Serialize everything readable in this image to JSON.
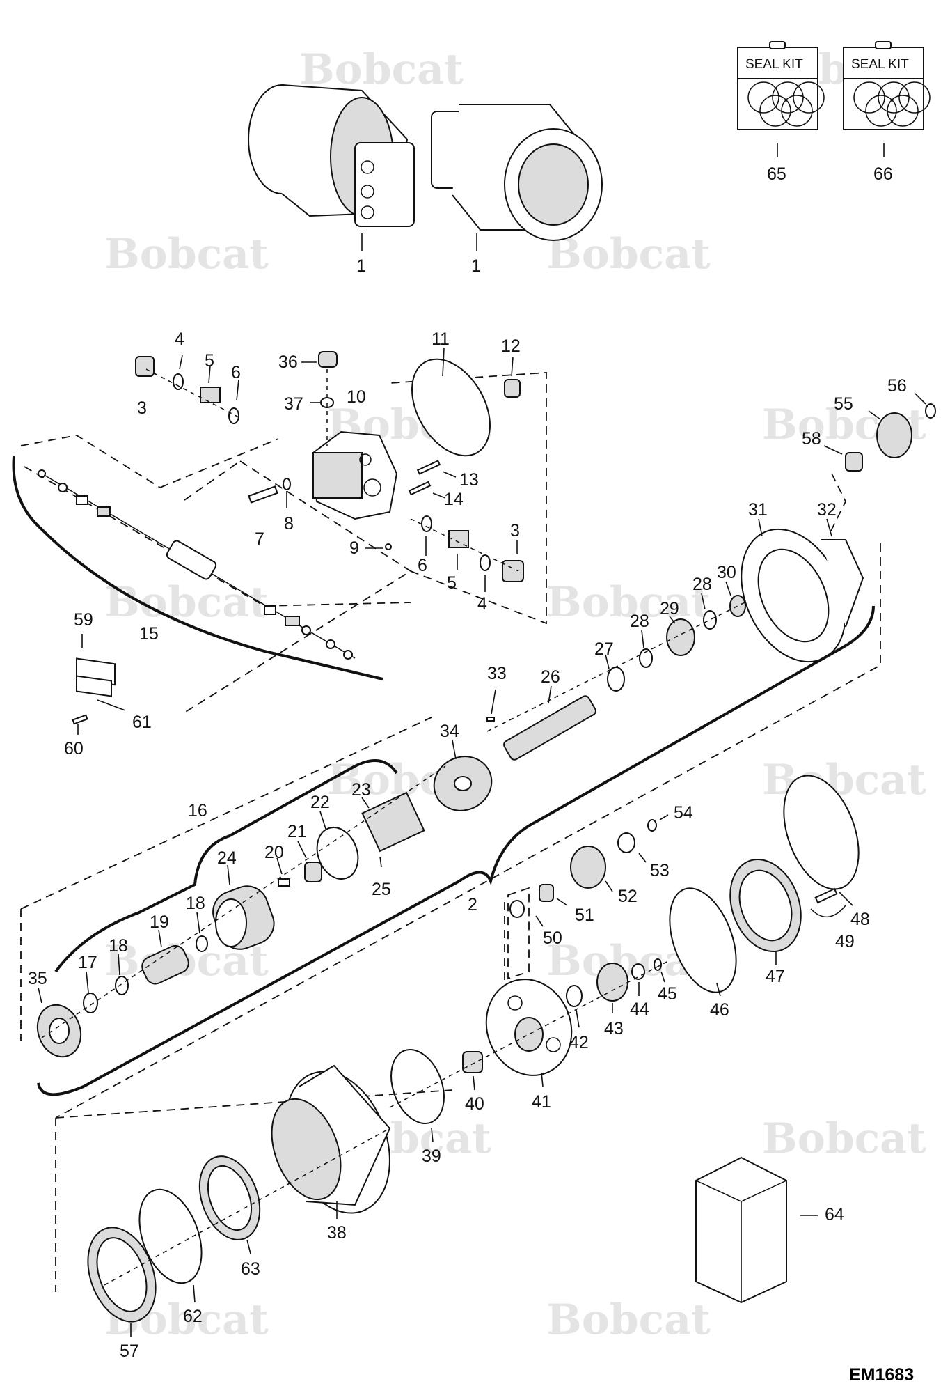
{
  "diagram_code": "EM1683",
  "watermark_text": "Bobcat",
  "seal_kits": [
    {
      "title": "SEAL KIT",
      "number": "65"
    },
    {
      "title": "SEAL KIT",
      "number": "66"
    }
  ],
  "labels": {
    "n1a": "1",
    "n1b": "1",
    "n2": "2",
    "n3a": "3",
    "n3b": "3",
    "n4a": "4",
    "n4b": "4",
    "n5a": "5",
    "n5b": "5",
    "n6a": "6",
    "n6b": "6",
    "n7": "7",
    "n8": "8",
    "n9": "9",
    "n10": "10",
    "n11": "11",
    "n12": "12",
    "n13": "13",
    "n14": "14",
    "n15": "15",
    "n16": "16",
    "n17": "17",
    "n18a": "18",
    "n18b": "18",
    "n19": "19",
    "n20": "20",
    "n21": "21",
    "n22": "22",
    "n23": "23",
    "n24": "24",
    "n25": "25",
    "n26": "26",
    "n27": "27",
    "n28a": "28",
    "n28b": "28",
    "n29": "29",
    "n30": "30",
    "n31": "31",
    "n32": "32",
    "n33": "33",
    "n34": "34",
    "n35": "35",
    "n36": "36",
    "n37": "37",
    "n38": "38",
    "n39": "39",
    "n40": "40",
    "n41": "41",
    "n42": "42",
    "n43": "43",
    "n44": "44",
    "n45": "45",
    "n46": "46",
    "n47": "47",
    "n48": "48",
    "n49": "49",
    "n50": "50",
    "n51": "51",
    "n52": "52",
    "n53": "53",
    "n54": "54",
    "n55": "55",
    "n56": "56",
    "n57": "57",
    "n58": "58",
    "n59": "59",
    "n60": "60",
    "n61": "61",
    "n62": "62",
    "n63": "63",
    "n64": "64"
  }
}
